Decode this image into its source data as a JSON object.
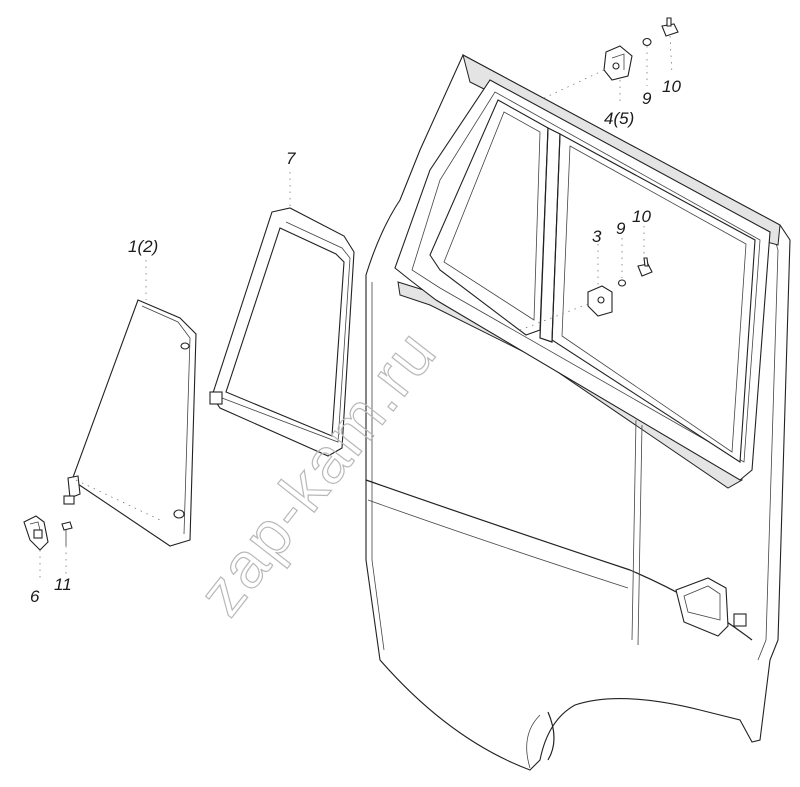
{
  "watermark": "zap-kam.ru",
  "callouts": {
    "glass": "1(2)",
    "seal": "7",
    "bracket_lower": "3",
    "bracket_upper": "4(5)",
    "washer_lower": "9",
    "bolt_lower": "10",
    "washer_upper": "9",
    "bolt_upper": "10",
    "latch": "6",
    "screw": "11"
  }
}
